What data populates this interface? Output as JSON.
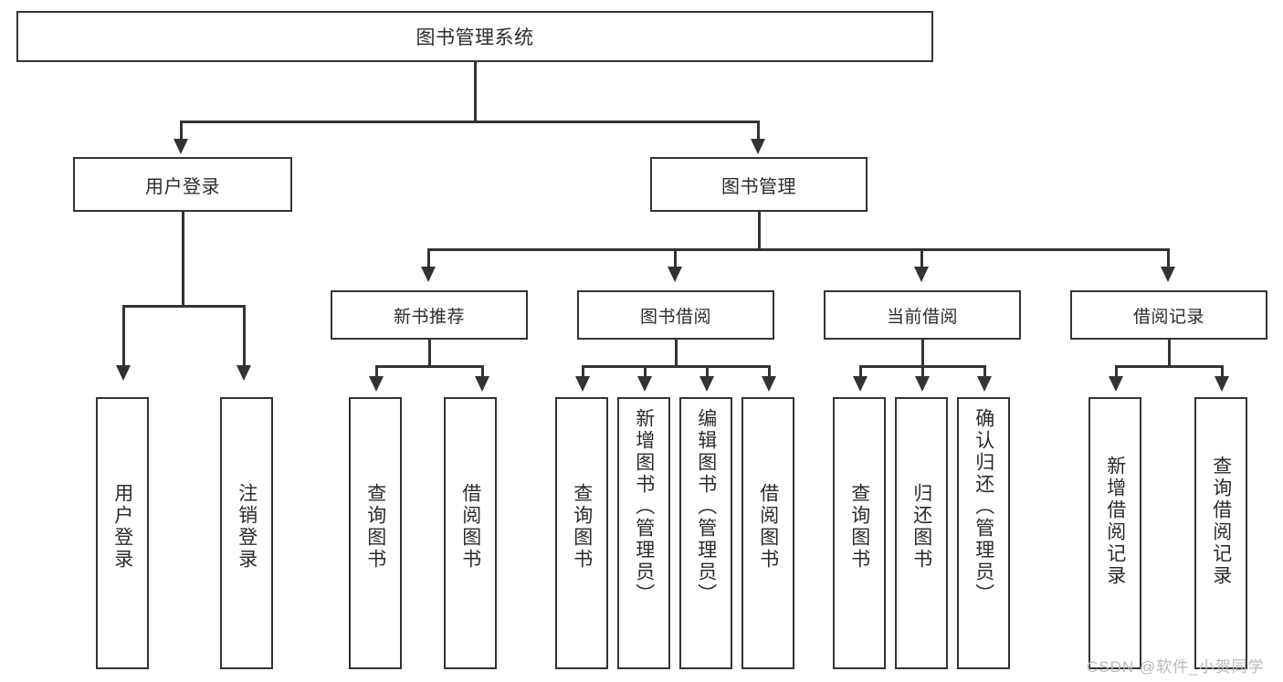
{
  "diagram": {
    "title": "图书管理系统",
    "type": "tree-hierarchy",
    "root": {
      "label": "图书管理系统"
    },
    "level2": [
      {
        "label": "用户登录"
      },
      {
        "label": "图书管理"
      }
    ],
    "level3": [
      {
        "label": "新书推荐"
      },
      {
        "label": "图书借阅"
      },
      {
        "label": "当前借阅"
      },
      {
        "label": "借阅记录"
      }
    ],
    "leaves": {
      "user_login": [
        {
          "label": "用户登录"
        },
        {
          "label": "注销登录"
        }
      ],
      "new_book_recommend": [
        {
          "label": "查询图书"
        },
        {
          "label": "借阅图书"
        }
      ],
      "book_borrow": [
        {
          "label": "查询图书"
        },
        {
          "label": "新增图书（管理员）"
        },
        {
          "label": "编辑图书（管理员）"
        },
        {
          "label": "借阅图书"
        }
      ],
      "current_borrow": [
        {
          "label": "查询图书"
        },
        {
          "label": "归还图书"
        },
        {
          "label": "确认归还（管理员）"
        }
      ],
      "borrow_record": [
        {
          "label": "新增借阅记录"
        },
        {
          "label": "查询借阅记录"
        }
      ]
    }
  },
  "watermark": {
    "text": "CSDN @软件_小贺同学"
  },
  "colors": {
    "stroke": "#333333",
    "text": "#2b2b2b",
    "background": "#ffffff",
    "watermark": "#b9b9b9"
  }
}
